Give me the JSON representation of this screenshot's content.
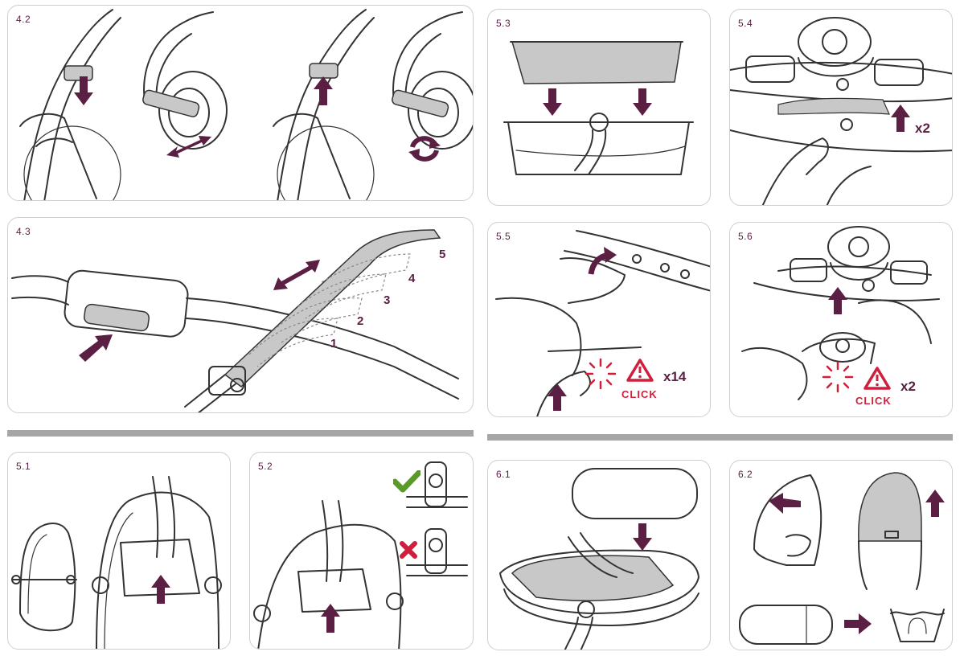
{
  "colors": {
    "accent": "#5a1f43",
    "alert": "#d01f3c",
    "check": "#5a9a2a",
    "divider": "#a6a6a6",
    "border": "#cfcfcf"
  },
  "steps": {
    "s42": "4.2",
    "s43": "4.3",
    "s51": "5.1",
    "s52": "5.2",
    "s53": "5.3",
    "s54": "5.4",
    "s55": "5.5",
    "s56": "5.6",
    "s61": "6.1",
    "s62": "6.2"
  },
  "positions_43": [
    "1",
    "2",
    "3",
    "4",
    "5"
  ],
  "labels": {
    "x2_a": "x2",
    "x14": "x14",
    "x2_b": "x2",
    "click_a": "CLICK",
    "click_b": "CLICK"
  },
  "icons": [
    "arrow-down-icon",
    "arrow-up-icon",
    "double-arrow-icon",
    "rotate-icon",
    "check-icon",
    "cross-icon",
    "warning-icon",
    "click-burst-icon",
    "hand-wash-icon"
  ]
}
